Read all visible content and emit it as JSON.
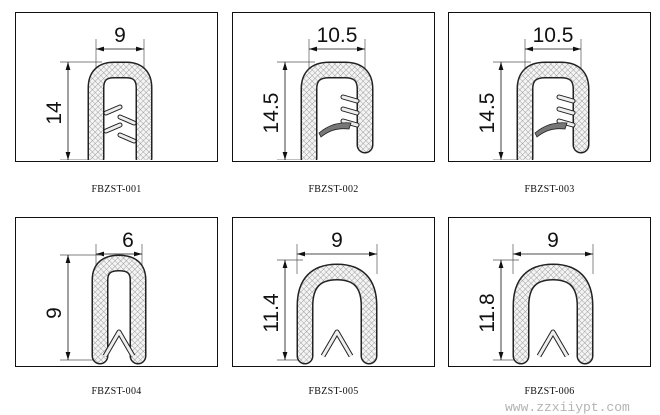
{
  "products": [
    {
      "code": "FBZST-001",
      "width": "9",
      "height": "14"
    },
    {
      "code": "FBZST-002",
      "width": "10.5",
      "height": "14.5"
    },
    {
      "code": "FBZST-003",
      "width": "10.5",
      "height": "14.5"
    },
    {
      "code": "FBZST-004",
      "width": "6",
      "height": "9"
    },
    {
      "code": "FBZST-005",
      "width": "9",
      "height": "11.4"
    },
    {
      "code": "FBZST-006",
      "width": "9",
      "height": "11.8"
    }
  ],
  "watermark": "www.zzxiiypt.com",
  "colors": {
    "outline": "#222222",
    "hatch": "#888888",
    "insert": "#777777"
  }
}
